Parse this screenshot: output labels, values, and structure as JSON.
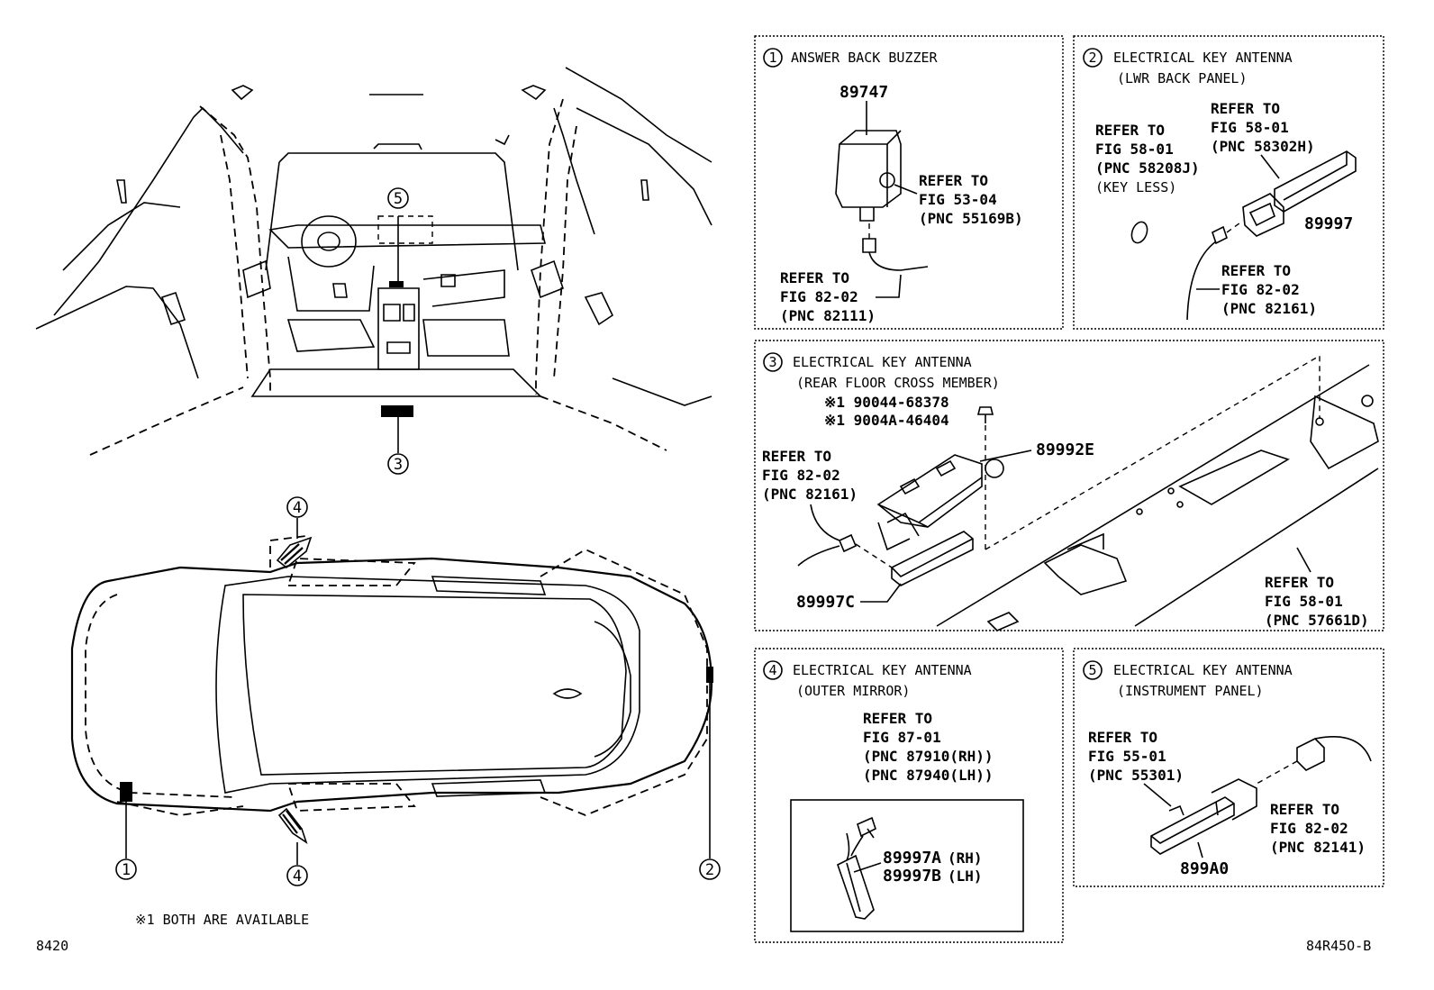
{
  "footer": {
    "fig_code": "8420",
    "illustration_code": "84R45O-B",
    "note": "※1 BOTH ARE AVAILABLE"
  },
  "callouts": {
    "c1": "1",
    "c2": "2",
    "c3": "3",
    "c4a": "4",
    "c4b": "4",
    "c5": "5"
  },
  "panels": {
    "p1": {
      "num": "1",
      "title": "ANSWER BACK BUZZER",
      "part": "89747",
      "ref_a": [
        "REFER TO",
        "FIG 53-04",
        "(PNC 55169B)"
      ],
      "ref_b": [
        "REFER TO",
        "FIG 82-02",
        "(PNC 82111)"
      ]
    },
    "p2": {
      "num": "2",
      "title": "ELECTRICAL KEY ANTENNA",
      "subtitle": "(LWR BACK PANEL)",
      "part": "89997",
      "ref_a": [
        "REFER TO",
        "FIG 58-01",
        "(PNC 58208J)",
        "(KEY LESS)"
      ],
      "ref_b": [
        "REFER TO",
        "FIG 58-01",
        "(PNC 58302H)"
      ],
      "ref_c": [
        "REFER TO",
        "FIG 82-02",
        "(PNC 82161)"
      ]
    },
    "p3": {
      "num": "3",
      "title": "ELECTRICAL KEY ANTENNA",
      "subtitle": "(REAR FLOOR CROSS MEMBER)",
      "bolt_a": "※1 90044-68378",
      "bolt_b": "※1 9004A-46404",
      "part_a": "89992E",
      "part_b": "89997C",
      "ref_a": [
        "REFER TO",
        "FIG 82-02",
        "(PNC 82161)"
      ],
      "ref_b": [
        "REFER TO",
        "FIG 58-01",
        "(PNC 57661D)"
      ]
    },
    "p4": {
      "num": "4",
      "title": "ELECTRICAL KEY ANTENNA",
      "subtitle": "(OUTER MIRROR)",
      "ref_a": [
        "REFER TO",
        "FIG 87-01",
        "(PNC 87910(RH))",
        "(PNC 87940(LH))"
      ],
      "part_a": "89997A",
      "part_a_side": "(RH)",
      "part_b": "89997B",
      "part_b_side": "(LH)"
    },
    "p5": {
      "num": "5",
      "title": "ELECTRICAL KEY ANTENNA",
      "subtitle": "(INSTRUMENT PANEL)",
      "part": "899A0",
      "ref_a": [
        "REFER TO",
        "FIG 55-01",
        "(PNC 55301)"
      ],
      "ref_b": [
        "REFER TO",
        "FIG 82-02",
        "(PNC 82141)"
      ]
    }
  }
}
